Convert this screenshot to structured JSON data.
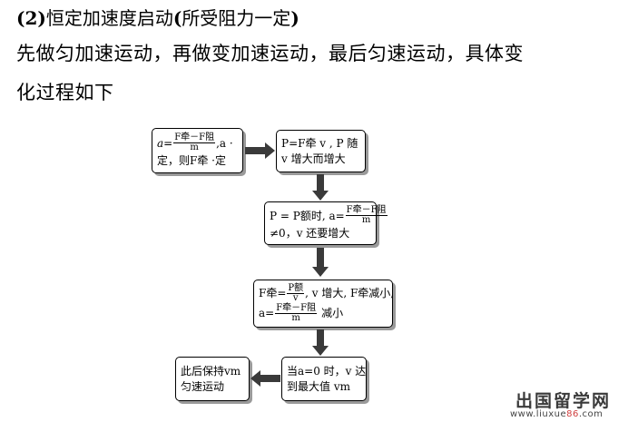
{
  "heading": {
    "num": "(2)",
    "title": "恒定加速度启动",
    "paren_open": "(",
    "paren_text": "所受阻力一定",
    "paren_close": ")"
  },
  "para_line1": "先做匀加速运动，再做变加速运动，最后匀速运动，具体变",
  "para_line2": "化过程如下",
  "boxes": {
    "b1": {
      "a": "a",
      "eq": "=",
      "num": "F牵－F阻",
      "den": "m",
      "tail": ",a ·",
      "line2": "定，则F牵 ·定"
    },
    "b2": {
      "line1": "P=F牵 v , P 随",
      "line2": "v 增大而增大"
    },
    "b3": {
      "pre": "P = P额时, a=",
      "num": "F牵－F阻",
      "den": "m",
      "line2": "≠0，v 还要增大"
    },
    "b4": {
      "pre": "F牵=",
      "num": "P额",
      "den": "v",
      "post": ", v 增大, F牵减小,",
      "pre2": "a=",
      "num2": "F牵－F阻",
      "den2": "m",
      "post2": "减小"
    },
    "b5": {
      "line1": "当a=0 时，v 达",
      "line2": "到最大值 vm"
    },
    "b6": {
      "line1": "此后保持vm",
      "line2": "匀速运动"
    }
  },
  "watermark": {
    "cn": "出国留学网",
    "url_pre": "www.liuxue",
    "url_hl": "86",
    "url_post": ".com"
  }
}
